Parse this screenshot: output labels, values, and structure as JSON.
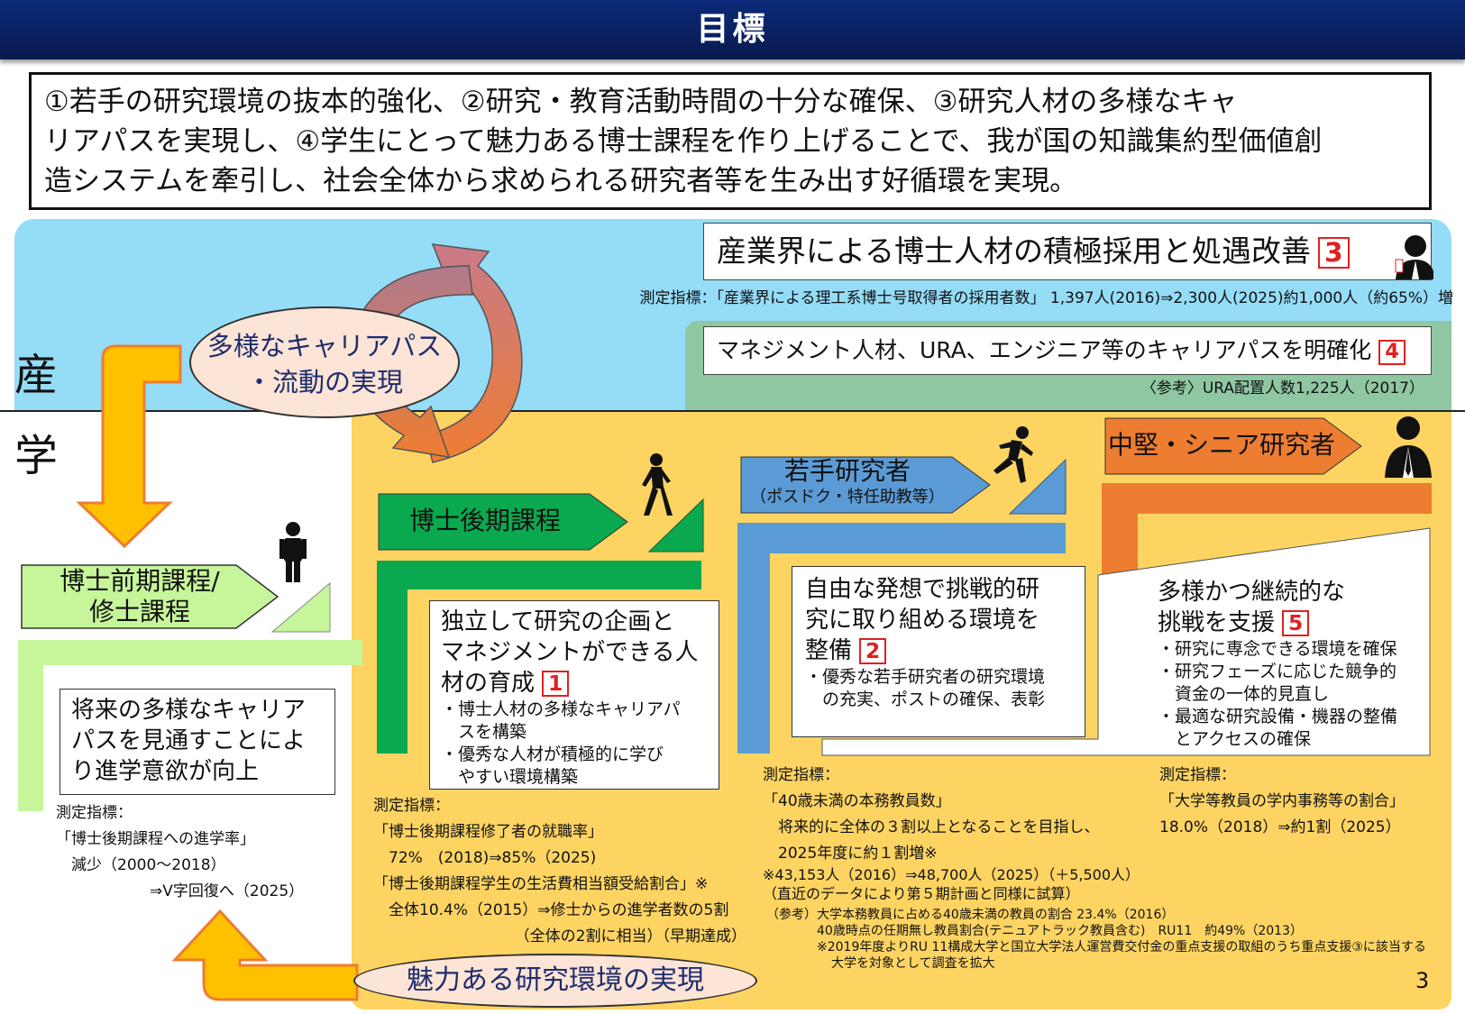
{
  "header": {
    "title": "目標"
  },
  "goal_text": [
    "①若手の研究環境の抜本的強化、②研究・教育活動時間の十分な確保、③研究人材の多様なキャ",
    "リアパスを実現し、④学生にとって魅力ある博士課程を作り上げることで、我が国の知識集約型価値創",
    "造システムを牽引し、社会全体から求められる研究者等を生み出す好循環を実現。"
  ],
  "labels": {
    "industry": "産",
    "academia": "学"
  },
  "career_ellipse": [
    "多様なキャリアパス",
    "・流動の実現"
  ],
  "industry": {
    "main": "産業界による博士人材の積極採用と処遇改善",
    "main_num": "3",
    "main_indicator": "測定指標：「産業界による理工系博士号取得者の採用者数」 1,397人(2016)⇒2,300人(2025)約1,000人（約65%）増",
    "sub": "マネジメント人材、URA、エンジニア等のキャリアパスを明確化",
    "sub_num": "4",
    "sub_note": "〈参考〉URA配置人数1,225人（2017）"
  },
  "masters": {
    "label": [
      "博士前期課程/",
      "修士課程"
    ],
    "box": [
      "将来の多様なキャリア",
      "パスを見通すことによ",
      "り進学意欲が向上"
    ],
    "indicator": [
      "測定指標：",
      "「博士後期課程への進学率」",
      "　減少（2000～2018）",
      "⇒V字回復へ（2025）"
    ]
  },
  "doctoral": {
    "label": "博士後期課程",
    "box_title": [
      "独立して研究の企画と",
      "マネジメントができる人",
      "材の育成"
    ],
    "box_num": "1",
    "box_bullets": [
      "・博士人材の多様なキャリアパ",
      "　スを構築",
      "・優秀な人材が積極的に学び",
      "　やすい環境構築"
    ],
    "indicator": [
      "測定指標：",
      "「博士後期課程修了者の就職率」",
      "　72%　(2018)⇒85%（2025)",
      "「博士後期課程学生の生活費相当額受給割合」※",
      "　全体10.4%（2015）⇒修士からの進学者数の5割",
      "（全体の2割に相当）（早期達成）"
    ]
  },
  "young": {
    "label": "若手研究者",
    "sublabel": "（ポスドク・特任助教等）",
    "box_title": [
      "自由な発想で挑戦的研",
      "究に取り組める環境を",
      "整備"
    ],
    "box_num": "2",
    "box_bullets": [
      "・優秀な若手研究者の研究環境",
      "　の充実、ポストの確保、表彰"
    ],
    "indicator": [
      "測定指標：",
      "「40歳未満の本務教員数」",
      "　将来的に全体の３割以上となることを目指し、",
      "　2025年度に約１割増※",
      "※43,153人（2016）⇒48,700人（2025）（＋5,500人）",
      "（直近のデータにより第５期計画と同様に試算）"
    ],
    "notes": [
      "（参考）大学本務教員に占める40歳未満の教員の割合 23.4%（2016）",
      "40歳時点の任期無し教員割合(テニュアトラック教員含む)　RU11　約49%（2013）",
      "※2019年度よりRU 11構成大学と国立大学法人運営費交付金の重点支援の取組のうち重点支援③に該当する",
      "大学を対象として調査を拡大"
    ]
  },
  "senior": {
    "label": "中堅・シニア研究者",
    "box_title": [
      "多様かつ継続的な",
      "挑戦を支援"
    ],
    "box_num": "5",
    "box_bullets": [
      "・研究に専念できる環境を確保",
      "・研究フェーズに応じた競争的",
      "　資金の一体的見直し",
      "・最適な研究設備・機器の整備",
      "　とアクセスの確保"
    ],
    "indicator": [
      "測定指標：",
      "「大学等教員の学内事務等の割合」",
      "18.0%（2018）⇒約1割（2025）"
    ]
  },
  "bottom_ellipse": "魅力ある研究環境の実現",
  "page_number": "3",
  "colors": {
    "header": "#0a2160",
    "industry_bg": "#95dcf7",
    "academia_bg": "#fdd462",
    "masters": "#c6f59a",
    "doctoral": "#0aa84f",
    "young": "#5b9bd5",
    "senior": "#ed7d31",
    "arrow": "#ffc000",
    "ellipse": "#fce4d6",
    "num": "#e02020"
  }
}
